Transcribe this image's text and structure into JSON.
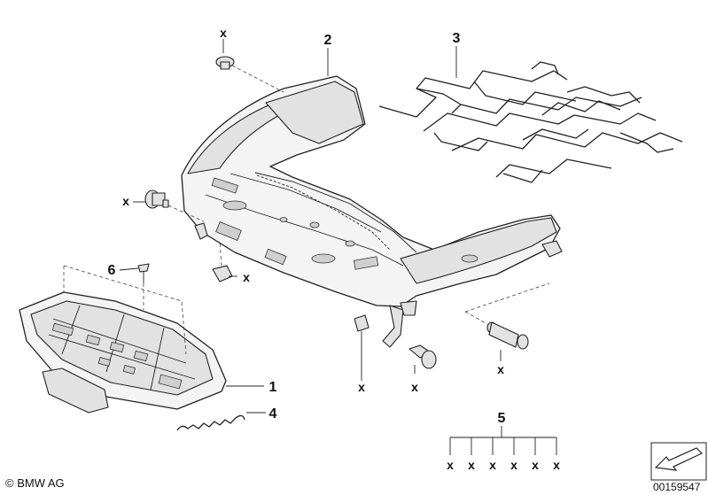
{
  "callouts": {
    "p1": "1",
    "p2": "2",
    "p3": "3",
    "p4": "4",
    "p5": "5",
    "p6": "6",
    "x": "x"
  },
  "footer": {
    "logo_text": "BMW AG",
    "copyright_symbol": "©",
    "diagram_number": "00159547"
  }
}
